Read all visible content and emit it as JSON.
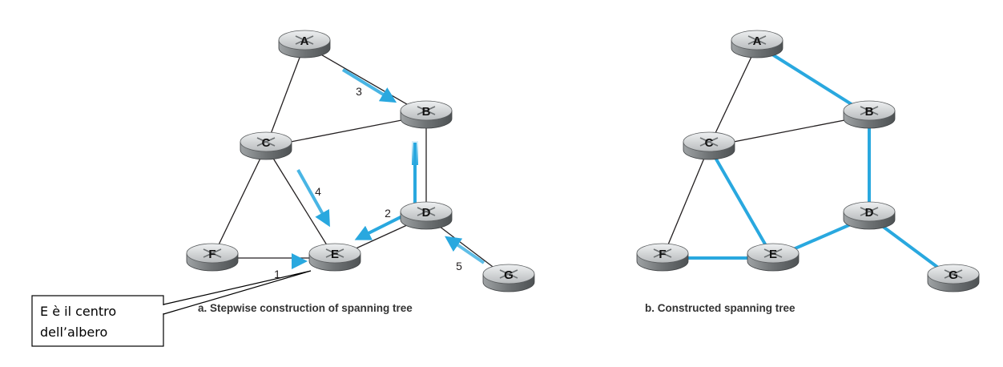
{
  "diagrams": [
    {
      "id": "a",
      "caption": "a. Stepwise construction of spanning tree",
      "nodes": [
        "A",
        "B",
        "C",
        "D",
        "E",
        "F",
        "G"
      ],
      "edges": [
        [
          "A",
          "C"
        ],
        [
          "A",
          "B"
        ],
        [
          "C",
          "B"
        ],
        [
          "C",
          "F"
        ],
        [
          "C",
          "E"
        ],
        [
          "B",
          "D"
        ],
        [
          "F",
          "E"
        ],
        [
          "E",
          "D"
        ],
        [
          "D",
          "G"
        ]
      ],
      "steps": [
        {
          "label": "1",
          "from": "F",
          "to": "E"
        },
        {
          "label": "2",
          "from": "B",
          "to": "E",
          "via": "D"
        },
        {
          "label": "3",
          "from": "A",
          "to": "B"
        },
        {
          "label": "4",
          "from": "C",
          "to": "E"
        },
        {
          "label": "5",
          "from": "G",
          "to": "D"
        }
      ]
    },
    {
      "id": "b",
      "caption": "b. Constructed spanning tree",
      "nodes": [
        "A",
        "B",
        "C",
        "D",
        "E",
        "F",
        "G"
      ],
      "edges": [
        [
          "A",
          "C"
        ],
        [
          "C",
          "B"
        ]
      ],
      "tree_edges": [
        [
          "A",
          "B"
        ],
        [
          "B",
          "D"
        ],
        [
          "C",
          "E"
        ],
        [
          "F",
          "E"
        ],
        [
          "E",
          "D"
        ],
        [
          "D",
          "G"
        ]
      ]
    }
  ],
  "callout": {
    "line1": "E è il centro",
    "line2": "dell’albero",
    "points_to": "E"
  },
  "colors": {
    "tree": "#29a8df",
    "router_top": "#d6d8d9",
    "router_side": "#8a8d8f"
  }
}
